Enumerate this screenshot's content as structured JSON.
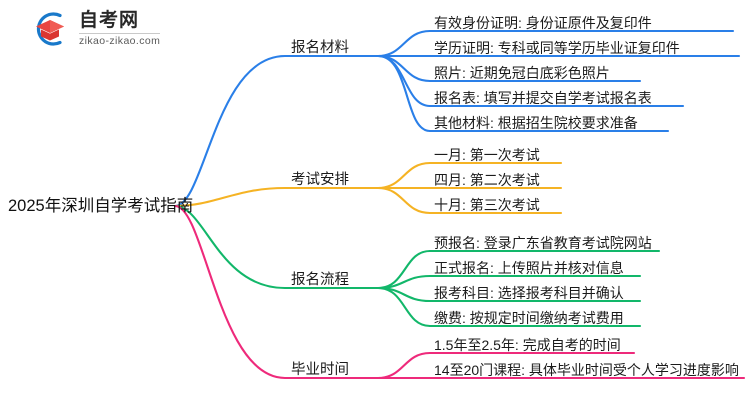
{
  "watermark": {
    "cn": "自考网",
    "en": "zikao-zikao.com",
    "icon": "graduation-cap-logo"
  },
  "mindmap": {
    "root": "2025年深圳自学考试指南",
    "colors": {
      "branch1": "#2A7FE8",
      "branch2": "#F5B324",
      "branch3": "#12B76A",
      "branch4": "#EE2A7B"
    },
    "branches": [
      {
        "label": "报名材料",
        "color": "#2A7FE8",
        "leaves": [
          "有效身份证明: 身份证原件及复印件",
          "学历证明: 专科或同等学历毕业证复印件",
          "照片: 近期免冠白底彩色照片",
          "报名表: 填写并提交自学考试报名表",
          "其他材料: 根据招生院校要求准备"
        ]
      },
      {
        "label": "考试安排",
        "color": "#F5B324",
        "leaves": [
          "一月: 第一次考试",
          "四月: 第二次考试",
          "十月: 第三次考试"
        ]
      },
      {
        "label": "报名流程",
        "color": "#12B76A",
        "leaves": [
          "预报名: 登录广东省教育考试院网站",
          "正式报名: 上传照片并核对信息",
          "报考科目: 选择报考科目并确认",
          "缴费: 按规定时间缴纳考试费用"
        ]
      },
      {
        "label": "毕业时间",
        "color": "#EE2A7B",
        "leaves": [
          "1.5年至2.5年: 完成自考的时间",
          "14至20门课程: 具体毕业时间受个人学习进度影响"
        ]
      }
    ]
  }
}
